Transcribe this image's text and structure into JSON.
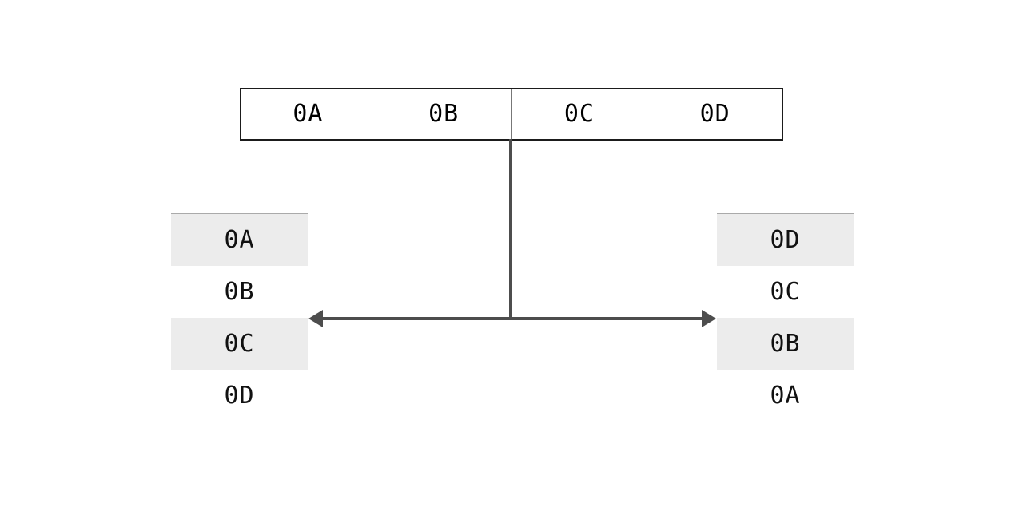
{
  "diagram": {
    "title": "byte-order reversal diagram",
    "colors": {
      "background": "#ffffff",
      "table_border": "#1b1b1b",
      "cell_divider": "#777777",
      "connector": "#4d4d4d",
      "row_shaded": "#ececec",
      "stack_rule": "#aaaaaa",
      "text": "#000000"
    }
  },
  "top_table": {
    "name": "byte-sequence-table",
    "cells": [
      {
        "label": "0A"
      },
      {
        "label": "0B"
      },
      {
        "label": "0C"
      },
      {
        "label": "0D"
      }
    ]
  },
  "connector": {
    "vertical_from_cell_boundary": "0B|0C",
    "arrow": {
      "style": "double-headed",
      "left_head": "◀",
      "right_head": "▶"
    }
  },
  "left_stack": {
    "name": "left-byte-stack",
    "rows": [
      {
        "label": "0A",
        "shaded": true
      },
      {
        "label": "0B",
        "shaded": false
      },
      {
        "label": "0C",
        "shaded": true
      },
      {
        "label": "0D",
        "shaded": false
      }
    ]
  },
  "right_stack": {
    "name": "right-byte-stack",
    "rows": [
      {
        "label": "0D",
        "shaded": true
      },
      {
        "label": "0C",
        "shaded": false
      },
      {
        "label": "0B",
        "shaded": true
      },
      {
        "label": "0A",
        "shaded": false
      }
    ]
  }
}
